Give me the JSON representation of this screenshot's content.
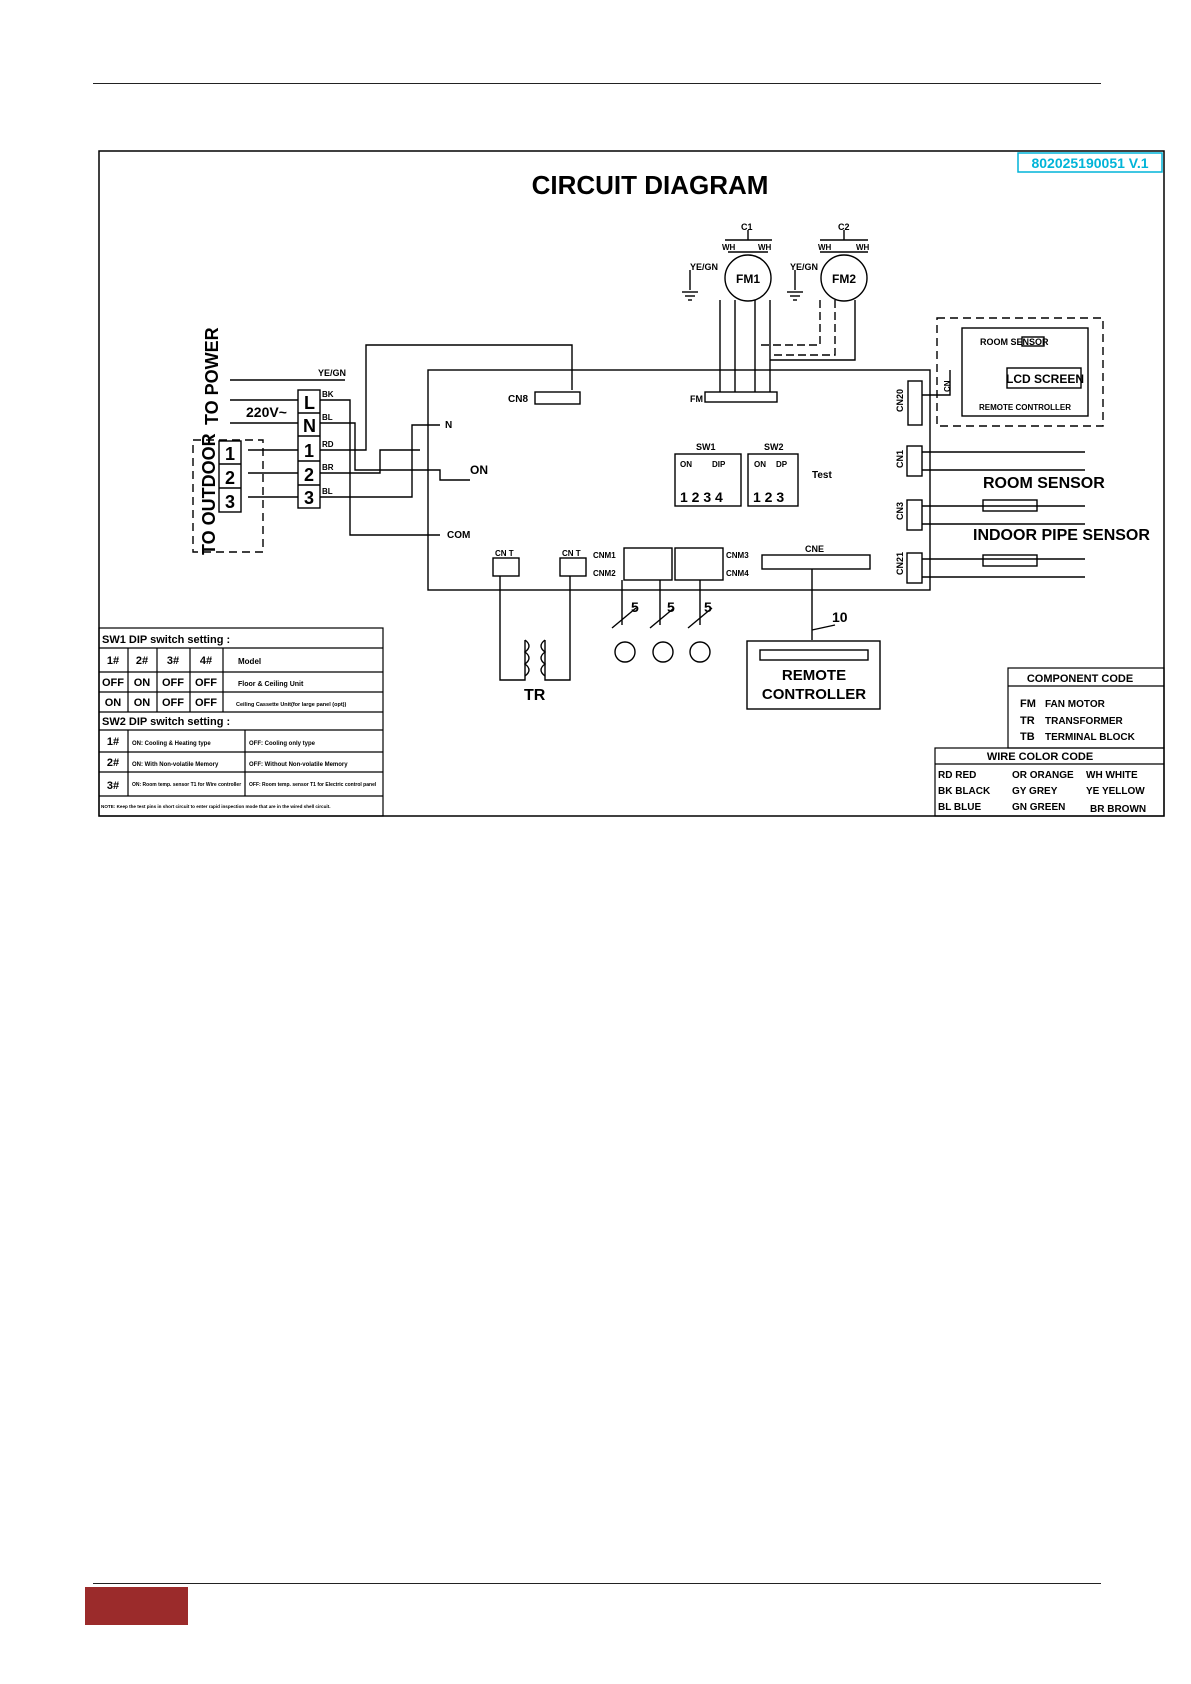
{
  "colors": {
    "accent": "#00b4d8",
    "footer": "#9b2b2b",
    "ink": "#000000"
  },
  "diagram": {
    "doc_code": "802025190051 V.1",
    "title": "CIRCUIT DIAGRAM",
    "to_power": "TO POWER",
    "to_outdoor": "TO OUTDOOR",
    "voltage": "220V~",
    "wire_yegn": "YE/GN",
    "terminal_L": "L",
    "terminal_N": "N",
    "terminal_1": "1",
    "terminal_2": "2",
    "terminal_3": "3",
    "outdoor_1": "1",
    "outdoor_2": "2",
    "outdoor_3": "3",
    "w_bk": "BK",
    "w_bl": "BL",
    "w_rd": "RD",
    "w_br": "BR",
    "w_bl2": "BL",
    "conn_n": "N",
    "conn_on": "ON",
    "conn_com": "COM",
    "cn8": "CN8",
    "fm_conn": "FM",
    "c1": "C1",
    "c2": "C2",
    "fm1": "FM1",
    "fm2": "FM2",
    "wh1": "WH",
    "wh2": "WH",
    "wh3": "WH",
    "wh4": "WH",
    "yegn_fm1": "YE/GN",
    "yegn_fm2": "YE/GN",
    "cn20": "CN20",
    "cn1": "CN1",
    "cn3": "CN3",
    "cn21": "CN21",
    "cn_e": "CNE",
    "cn_t1": "CN T",
    "cn_t2": "CN T",
    "cn_m1": "CNM1",
    "cn_m2": "CNM2",
    "cn_m3": "CNM3",
    "cn_m4": "CNM4",
    "sw1": "SW1",
    "sw2": "SW2",
    "sw1_on": "ON",
    "sw1_dip": "DIP",
    "sw2_on": "ON",
    "sw2_dip": "DP",
    "sw1_nums": "1 2 3 4",
    "sw2_nums": "1 2 3",
    "test": "Test",
    "tr": "TR",
    "n5a": "5",
    "n5b": "5",
    "n5c": "5",
    "n10": "10",
    "remote_controller": "REMOTE\nCONTROLLER",
    "rc_line1": "REMOTE",
    "rc_line2": "CONTROLLER",
    "room_sensor_label": "ROOM SENSOR",
    "indoor_pipe_sensor": "INDOOR PIPE SENSOR",
    "rcu_room_sensor": "ROOM SENSOR",
    "rcu_lcd": "LCD SCREEN",
    "rcu_title": "REMOTE CONTROLLER",
    "rcu_cn": "CN",
    "sw1_setting_title": "SW1 DIP switch setting :",
    "sw1_headers": [
      "1#",
      "2#",
      "3#",
      "4#",
      "Model"
    ],
    "sw1_row1": [
      "OFF",
      "ON",
      "OFF",
      "OFF",
      "Floor & Ceiling Unit"
    ],
    "sw1_row2": [
      "ON",
      "ON",
      "OFF",
      "OFF",
      "Ceiling Cassette Unit(for large panel (opt))"
    ],
    "sw2_setting_title": "SW2 DIP switch setting :",
    "sw2_rows": [
      [
        "1#",
        "ON: Cooling & Heating type",
        "OFF: Cooling only type"
      ],
      [
        "2#",
        "ON: With Non-volatile Memory",
        "OFF: Without Non-volatile Memory"
      ],
      [
        "3#",
        "ON: Room temp. sensor T1 for Wire controller",
        "OFF: Room temp. sensor T1 for Electric control panel"
      ]
    ],
    "note": "NOTE: Keep the test pins in short circuit to enter rapid inspection mode that are in the wired shell circuit.",
    "component_code_title": "COMPONENT CODE",
    "component_codes": [
      [
        "FM",
        "FAN MOTOR"
      ],
      [
        "TR",
        "TRANSFORMER"
      ],
      [
        "TB",
        "TERMINAL BLOCK"
      ]
    ],
    "wire_color_title": "WIRE COLOR CODE",
    "wire_colors": [
      [
        "RD RED",
        "OR ORANGE",
        "WH WHITE"
      ],
      [
        "BK BLACK",
        "GY GREY",
        "YE YELLOW"
      ],
      [
        "BL BLUE",
        "GN GREEN",
        "BR BROWN"
      ]
    ]
  }
}
